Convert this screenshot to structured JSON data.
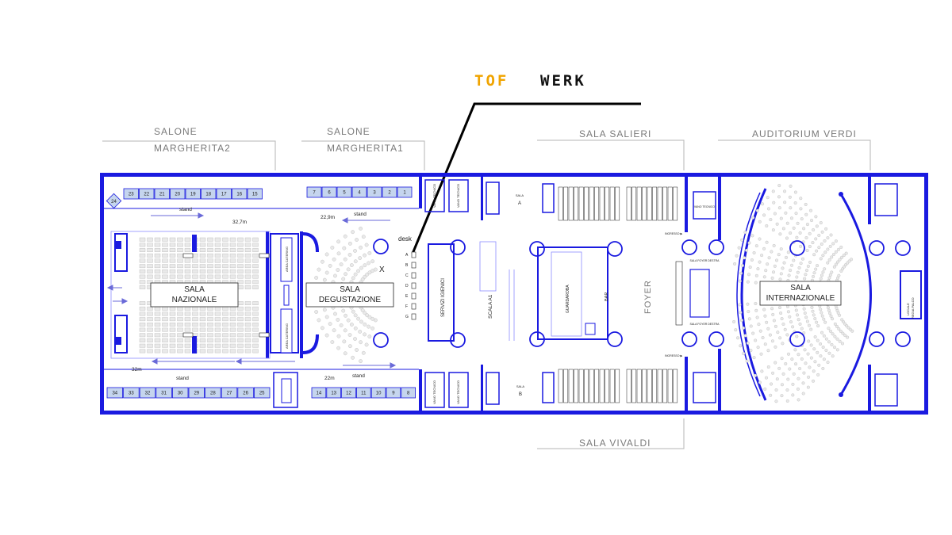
{
  "logo": {
    "text": "TOFWERK",
    "part1": "TOF",
    "part2": "WERK",
    "color1": "#f0a400",
    "color2": "#111111"
  },
  "headers": {
    "salone2_line1": "SALONE",
    "salone2_line2": "MARGHERITA2",
    "salone1_line1": "SALONE",
    "salone1_line2": "MARGHERITA1",
    "salieri": "SALA  SALIERI",
    "verdi": "AUDITORIUM  VERDI",
    "vivaldi": "SALA  VIVALDI"
  },
  "rooms": {
    "nazionale_1": "SALA",
    "nazionale_2": "NAZIONALE",
    "degustazione_1": "SALA",
    "degustazione_2": "DEGUSTAZIONE",
    "internazionale_1": "SALA",
    "internazionale_2": "INTERNAZIONALE",
    "servizi": "SERVIZI IGIENICI",
    "scala": "SCALA A1",
    "guardaroba": "GUARDAROBA",
    "bar": "BAR",
    "foyer": "FOYER",
    "sala_a_1": "SALA",
    "sala_a_2": "A",
    "sala_b_1": "SALA",
    "sala_b_2": "B",
    "area_catering": "AREA CATERING",
    "vano_tecnico": "VANO TECNICO",
    "foyer_destra": "SALA FOYER DESTRA",
    "ingresso": "INGRESSO ▶",
    "locale": "LOCALE",
    "regia": "REGIA PALCO"
  },
  "labels": {
    "stand": "stand",
    "desk": "desk",
    "x": "X",
    "dim_top_left": "32,7m",
    "dim_top_right": "22,9m",
    "dim_bottom_left": "32m",
    "dim_bottom_right": "22m"
  },
  "stands": {
    "top_left": [
      "23",
      "22",
      "21",
      "20",
      "19",
      "18",
      "17",
      "16",
      "15"
    ],
    "top_left_diamond": "24",
    "top_right": [
      "7",
      "6",
      "5",
      "4",
      "3",
      "2",
      "1"
    ],
    "bottom_left": [
      "34",
      "33",
      "32",
      "31",
      "30",
      "29",
      "28",
      "27",
      "26",
      "25"
    ],
    "bottom_right": [
      "14",
      "13",
      "12",
      "11",
      "10",
      "9",
      "8"
    ]
  },
  "desk_letters": [
    "A",
    "B",
    "C",
    "D",
    "E",
    "F",
    "G"
  ],
  "colors": {
    "wall": "#1a1ae0",
    "stand_fill": "#c5d5ee",
    "header_line": "#b5b5b5",
    "pointer": "#000000"
  }
}
